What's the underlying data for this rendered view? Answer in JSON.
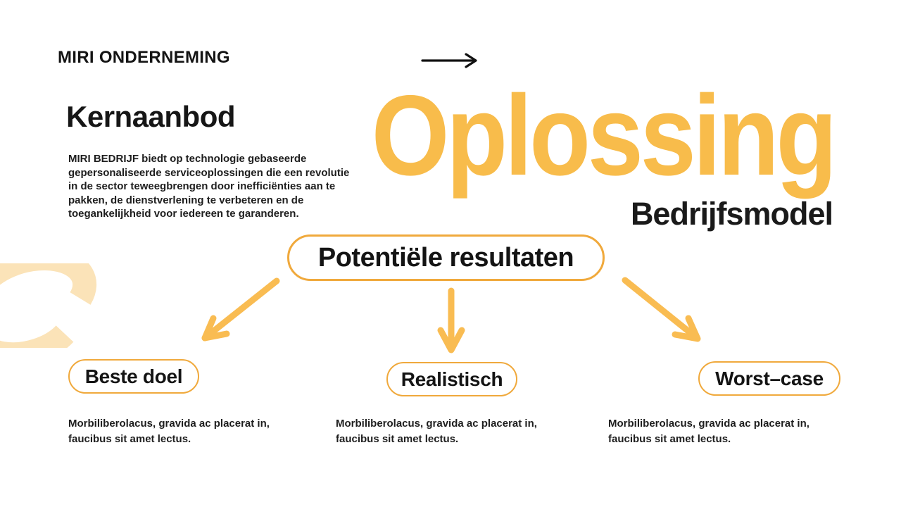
{
  "slide": {
    "brand": "MIRI ONDERNEMING",
    "core_offer": {
      "heading": "Kernaanbod",
      "body": "MIRI BEDRIJF biedt op technologie gebaseerde\ngepersonaliseerde serviceoplossingen die een revolutie\nin de sector teweegbrengen door inefficiënties aan te\npakken, de dienstverlening te verbeteren en de\ntoegankelijkheid voor iedereen te garanderen."
    },
    "title": "Oplossing",
    "subtitle": "Bedrijfsmodel",
    "diagram": {
      "root_label": "Potentiële resultaten",
      "branches": [
        {
          "label": "Beste doel",
          "description": "Morbiliberolacus, gravida ac placerat in,\nfaucibus sit amet lectus."
        },
        {
          "label": "Realistisch",
          "description": "Morbiliberolacus, gravida ac placerat in,\nfaucibus sit amet lectus."
        },
        {
          "label": "Worst–case",
          "description": "Morbiliberolacus, gravida ac placerat in,\nfaucibus sit amet lectus."
        }
      ]
    },
    "icons": {
      "top_arrow": "right-arrow-icon",
      "branch_arrows": [
        "down-left-arrow-icon",
        "down-arrow-icon",
        "down-right-arrow-icon"
      ],
      "decoration": "sync-swoosh-shape"
    },
    "colors": {
      "accent_yellow": "#F8BC4B",
      "accent_border": "#F0A93C",
      "arrow_yellow": "#F9BC52",
      "decor_light": "#FBE3B8",
      "text": "#1D1D1D",
      "background": "#FFFFFF"
    }
  }
}
